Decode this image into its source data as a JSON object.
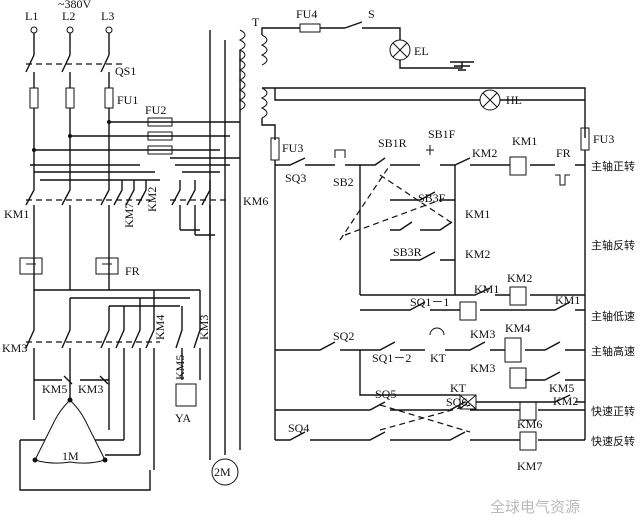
{
  "supply": {
    "l1": "L1",
    "l2": "L2",
    "l3": "L3",
    "voltage": "~380V"
  },
  "power": {
    "qs1": "QS1",
    "fu1": "FU1",
    "fu2": "FU2",
    "km1": "KM1",
    "km7": "KM7",
    "km2": "KM2",
    "km6": "KM6",
    "fr": "FR",
    "km3": "KM3",
    "km4": "KM4",
    "km5": "KM5",
    "km3b": "KM3",
    "ya": "YA",
    "km5a": "KM5",
    "km5b": "KM5",
    "m1": "1M",
    "m2": "2M"
  },
  "control": {
    "t": "T",
    "fu4": "FU4",
    "s": "S",
    "el": "EL",
    "hl": "HL",
    "fu3l": "FU3",
    "fu3r": "FU3",
    "sb1r": "SB1R",
    "sb1f": "SB1F",
    "km2a": "KM2",
    "km1a": "KM1",
    "fra": "FR",
    "sq3": "SQ3",
    "sb2": "SB2",
    "sb3f": "SB3F",
    "km1b": "KM1",
    "sb3r": "SB3R",
    "km2b": "KM2",
    "km2c": "KM2",
    "km1c": "KM1",
    "sq1a": "SQ1－1",
    "km1d": "KM1",
    "sq2": "SQ2",
    "km3c": "KM3",
    "km4c": "KM4",
    "sq12": "SQ1－2",
    "kt": "KT",
    "km3d": "KM3",
    "km5c": "KM5",
    "kt2": "KT",
    "sq6": "SQ6",
    "km2d": "KM2",
    "sq5": "SQ5",
    "km6c": "KM6",
    "sq4": "SQ4",
    "km7c": "KM7"
  },
  "labels": {
    "fwd": "主轴正转",
    "rev": "主轴反转",
    "low": "主轴低速",
    "high": "主轴高速",
    "ffwd": "快速正转",
    "frev": "快速反转"
  },
  "watermark": "全球电气资源"
}
